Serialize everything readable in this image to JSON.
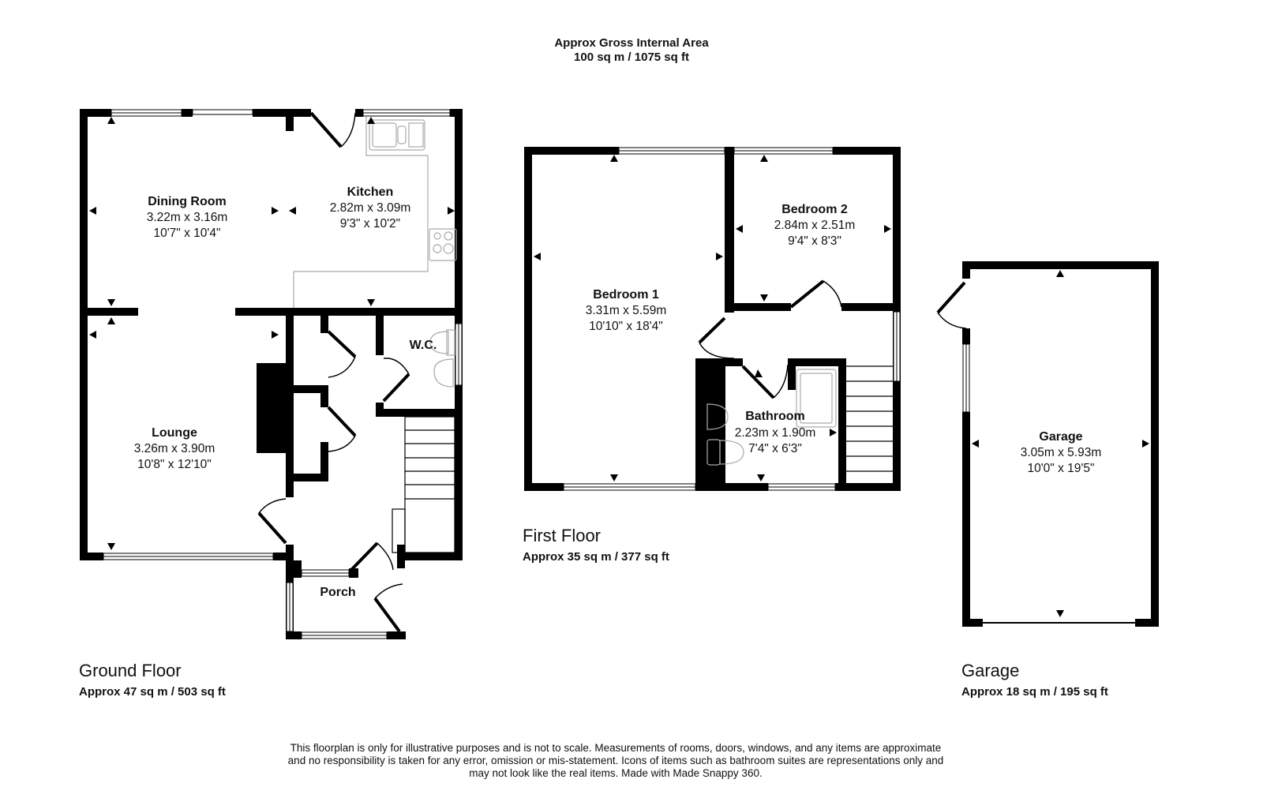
{
  "header": {
    "title_line1": "Approx Gross Internal Area",
    "title_line2": "100 sq m / 1075 sq ft"
  },
  "floors": {
    "ground": {
      "label": "Ground Floor",
      "area": "Approx 47 sq m / 503 sq ft",
      "rooms": {
        "dining": {
          "name": "Dining Room",
          "metric": "3.22m x 3.16m",
          "imperial": "10'7\" x 10'4\""
        },
        "kitchen": {
          "name": "Kitchen",
          "metric": "2.82m x 3.09m",
          "imperial": "9'3\" x 10'2\""
        },
        "lounge": {
          "name": "Lounge",
          "metric": "3.26m x 3.90m",
          "imperial": "10'8\" x 12'10\""
        },
        "wc": {
          "name": "W.C."
        },
        "porch": {
          "name": "Porch"
        }
      }
    },
    "first": {
      "label": "First Floor",
      "area": "Approx 35 sq m / 377 sq ft",
      "rooms": {
        "bedroom1": {
          "name": "Bedroom 1",
          "metric": "3.31m x 5.59m",
          "imperial": "10'10\" x 18'4\""
        },
        "bedroom2": {
          "name": "Bedroom 2",
          "metric": "2.84m x 2.51m",
          "imperial": "9'4\" x 8'3\""
        },
        "bathroom": {
          "name": "Bathroom",
          "metric": "2.23m x 1.90m",
          "imperial": "7'4\" x 6'3\""
        }
      }
    },
    "garage": {
      "label": "Garage",
      "area": "Approx 18 sq m / 195 sq ft",
      "rooms": {
        "garage": {
          "name": "Garage",
          "metric": "3.05m x 5.93m",
          "imperial": "10'0\" x 19'5\""
        }
      }
    }
  },
  "disclaimer": {
    "line1": "This floorplan is only for illustrative purposes and is not to scale. Measurements of rooms, doors, windows, and any items are approximate",
    "line2": "and no responsibility is taken for any error, omission or mis-statement. Icons of items such as bathroom suites are representations only and",
    "line3": "may not look like the real items. Made with Made Snappy 360."
  },
  "colors": {
    "wall": "#000000",
    "fixture": "#999999",
    "background": "#ffffff"
  }
}
